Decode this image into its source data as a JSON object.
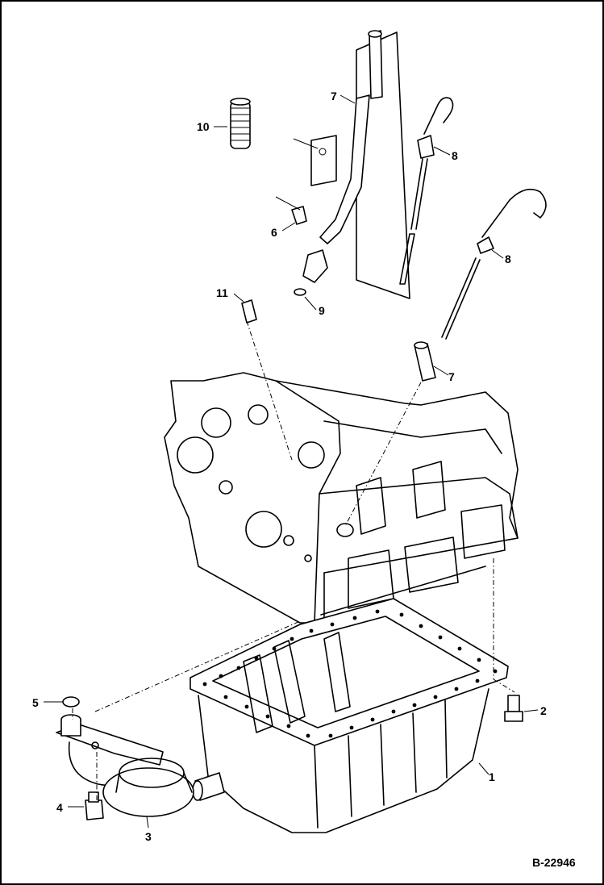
{
  "figure_ref": "B-22946",
  "callouts": [
    {
      "id": "c10",
      "label": "10"
    },
    {
      "id": "c7a",
      "label": "7"
    },
    {
      "id": "c8a",
      "label": "8"
    },
    {
      "id": "c6",
      "label": "6"
    },
    {
      "id": "c8b",
      "label": "8"
    },
    {
      "id": "c11",
      "label": "11"
    },
    {
      "id": "c9",
      "label": "9"
    },
    {
      "id": "c7b",
      "label": "7"
    },
    {
      "id": "c5",
      "label": "5"
    },
    {
      "id": "c2",
      "label": "2"
    },
    {
      "id": "c1",
      "label": "1"
    },
    {
      "id": "c4",
      "label": "4"
    },
    {
      "id": "c3",
      "label": "3"
    }
  ],
  "colors": {
    "ink": "#000000",
    "paper": "#ffffff"
  }
}
